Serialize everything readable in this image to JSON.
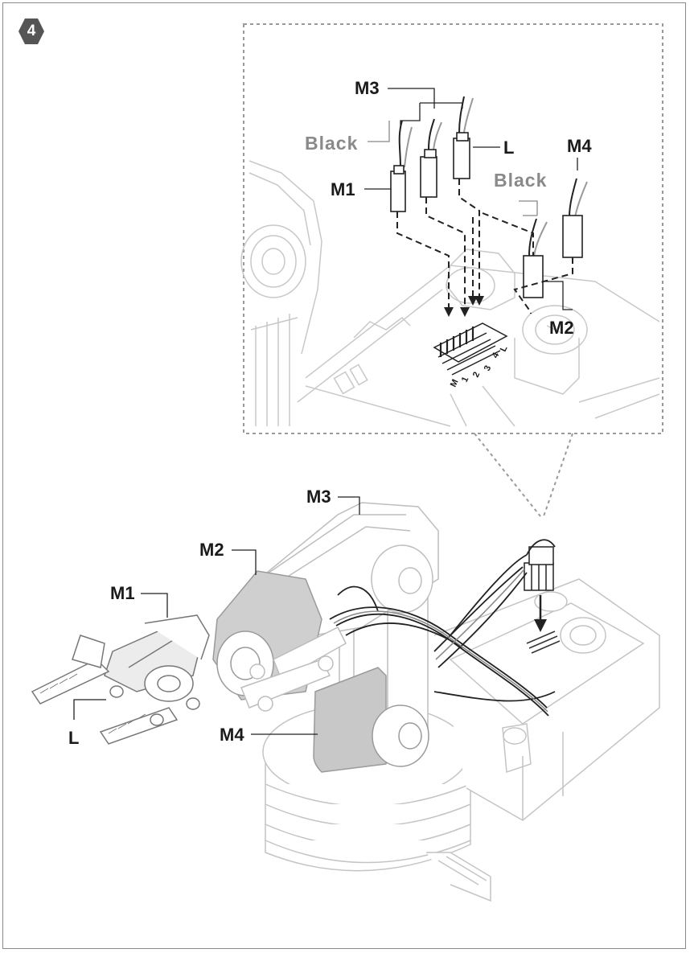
{
  "step": {
    "number": "4",
    "badge_color": "#555555"
  },
  "inset": {
    "labels": {
      "m3": "M3",
      "black_left": "Black",
      "l": "L",
      "m1": "M1",
      "m4": "M4",
      "black_right": "Black",
      "m2": "M2"
    },
    "header_pin_labels": [
      "M",
      "1",
      "2",
      "3",
      "4",
      "L"
    ],
    "accent_colors": {
      "label_dark": "#1a1a1a",
      "label_grey": "#8a8a8a",
      "outline_grey": "#c8c8c8"
    }
  },
  "main": {
    "labels": {
      "m3": "M3",
      "m2": "M2",
      "m1": "M1",
      "l": "L",
      "m4": "M4"
    }
  }
}
